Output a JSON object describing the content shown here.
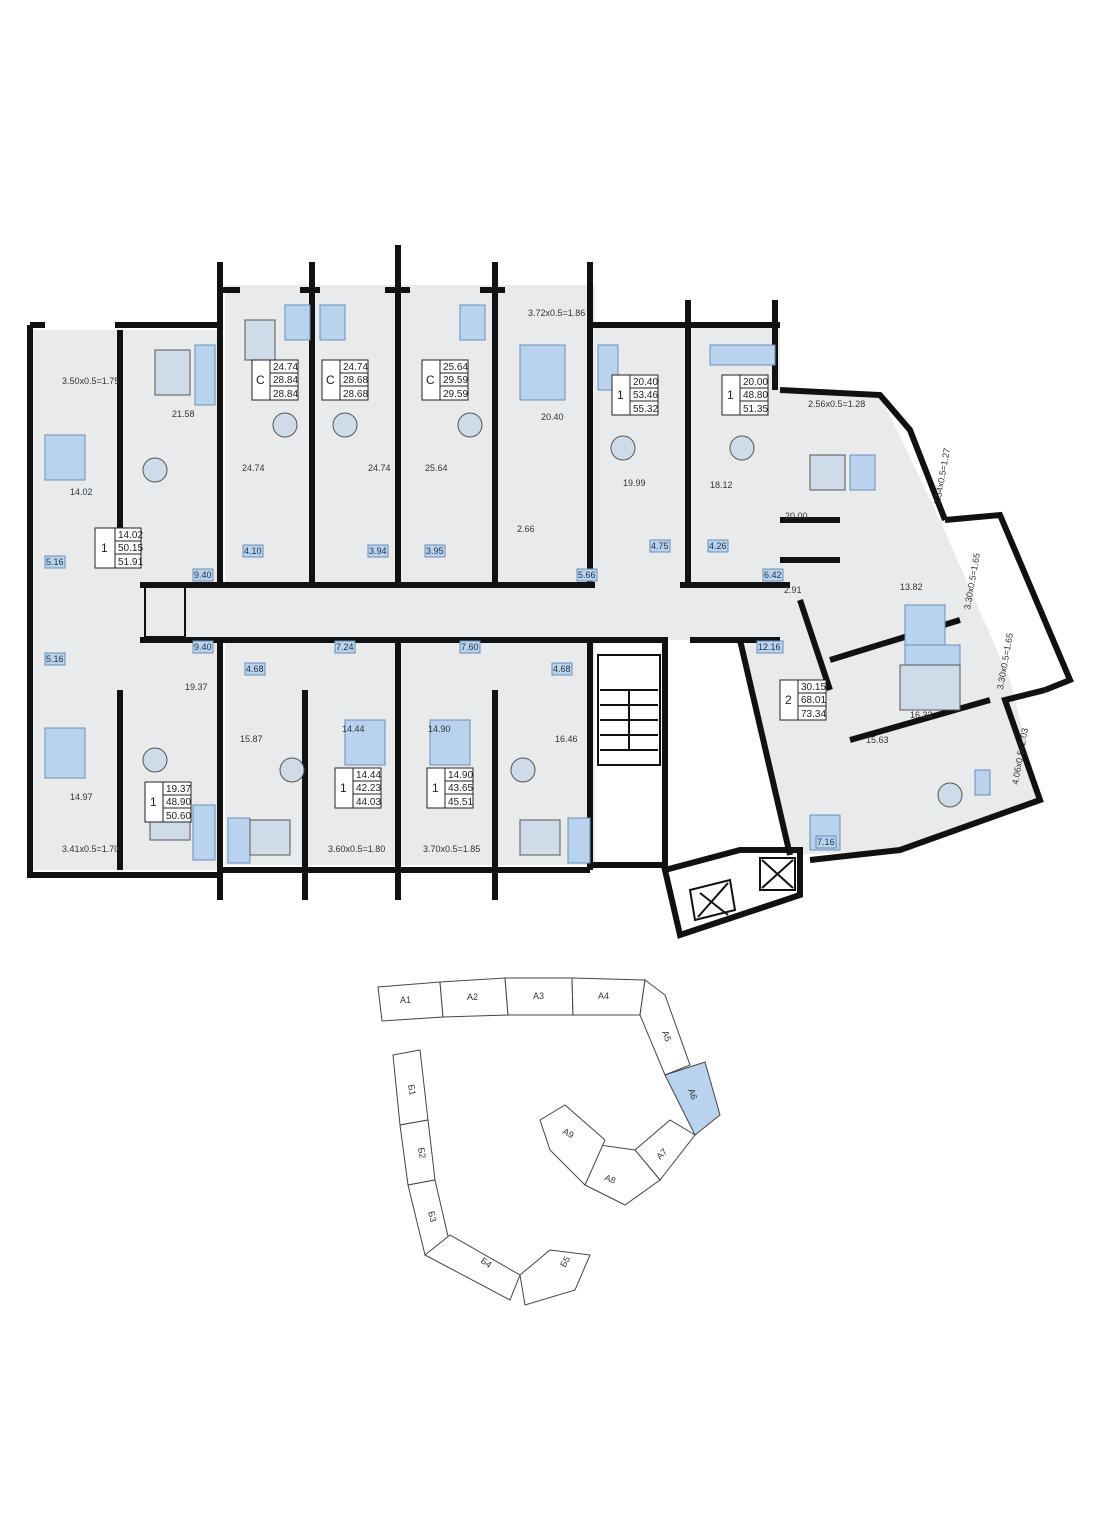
{
  "apartments": [
    {
      "id": "a1",
      "type": "1",
      "areas": [
        "14.02",
        "50.15",
        "51.91"
      ]
    },
    {
      "id": "a2",
      "type": "C",
      "areas": [
        "24.74",
        "28.84",
        "28.84"
      ]
    },
    {
      "id": "a3",
      "type": "C",
      "areas": [
        "24.74",
        "28.68",
        "28.68"
      ]
    },
    {
      "id": "a4",
      "type": "C",
      "areas": [
        "25.64",
        "29.59",
        "29.59"
      ]
    },
    {
      "id": "a5",
      "type": "1",
      "areas": [
        "20.40",
        "53.46",
        "55.32"
      ]
    },
    {
      "id": "a6",
      "type": "1",
      "areas": [
        "20.00",
        "48.80",
        "51.35"
      ]
    },
    {
      "id": "a7",
      "type": "2",
      "areas": [
        "30.15",
        "68.01",
        "73.34"
      ]
    },
    {
      "id": "a8",
      "type": "1",
      "areas": [
        "19.37",
        "48.90",
        "50.60"
      ]
    },
    {
      "id": "a9",
      "type": "1",
      "areas": [
        "14.44",
        "42.23",
        "44.03"
      ]
    },
    {
      "id": "a10",
      "type": "1",
      "areas": [
        "14.90",
        "43.65",
        "45.51"
      ]
    }
  ],
  "room_areas": {
    "r_21_58": "21.58",
    "r_14_02": "14.02",
    "r_24_74a": "24.74",
    "r_24_74b": "24.74",
    "r_25_64": "25.64",
    "r_20_40": "20.40",
    "r_19_99": "19.99",
    "r_18_12": "18.12",
    "r_20_00": "20.00",
    "r_13_82": "13.82",
    "r_16_33": "16.33",
    "r_15_63": "15.63",
    "r_2_91": "2.91",
    "r_2_66": "2.66",
    "r_19_37": "19.37",
    "r_15_87": "15.87",
    "r_14_44": "14.44",
    "r_14_90": "14.90",
    "r_16_46": "16.46",
    "r_14_97": "14.97"
  },
  "bath_areas": {
    "b_4_10": "4.10",
    "b_3_94": "3.94",
    "b_3_95": "3.95",
    "b_4_75": "4.75",
    "b_4_26": "4.26",
    "b_5_16a": "5.16",
    "b_5_16b": "5.16",
    "b_4_68a": "4.68",
    "b_4_68b": "4.68",
    "b_7_16": "7.16",
    "h_9_40a": "9.40",
    "h_9_40b": "9.40",
    "h_5_66": "5.66",
    "h_6_42": "6.42",
    "h_7_24": "7.24",
    "h_7_60": "7.60",
    "h_12_16": "12.16"
  },
  "balconies": {
    "bal1": "3.50x0.5=1.75",
    "bal2": "3.72x0.5=1.86",
    "bal3": "2.56x0.5=1.28",
    "bal4": "2.54x0.5=1.27",
    "bal5": "3.30x0.5=1.65",
    "bal6": "3.30x0.5=1.65",
    "bal7": "4.06x0.5=2.03",
    "bal8": "3.41x0.5=1.70",
    "bal9": "3.60x0.5=1.80",
    "bal10": "3.70x0.5=1.85"
  },
  "key_plan": {
    "sections": [
      "А1",
      "А2",
      "А3",
      "А4",
      "А5",
      "А6",
      "А7",
      "А8",
      "А9",
      "Б1",
      "Б2",
      "Б3",
      "Б4",
      "Б5"
    ],
    "highlighted": "А6",
    "highlight_color": "#b9d3ef"
  }
}
